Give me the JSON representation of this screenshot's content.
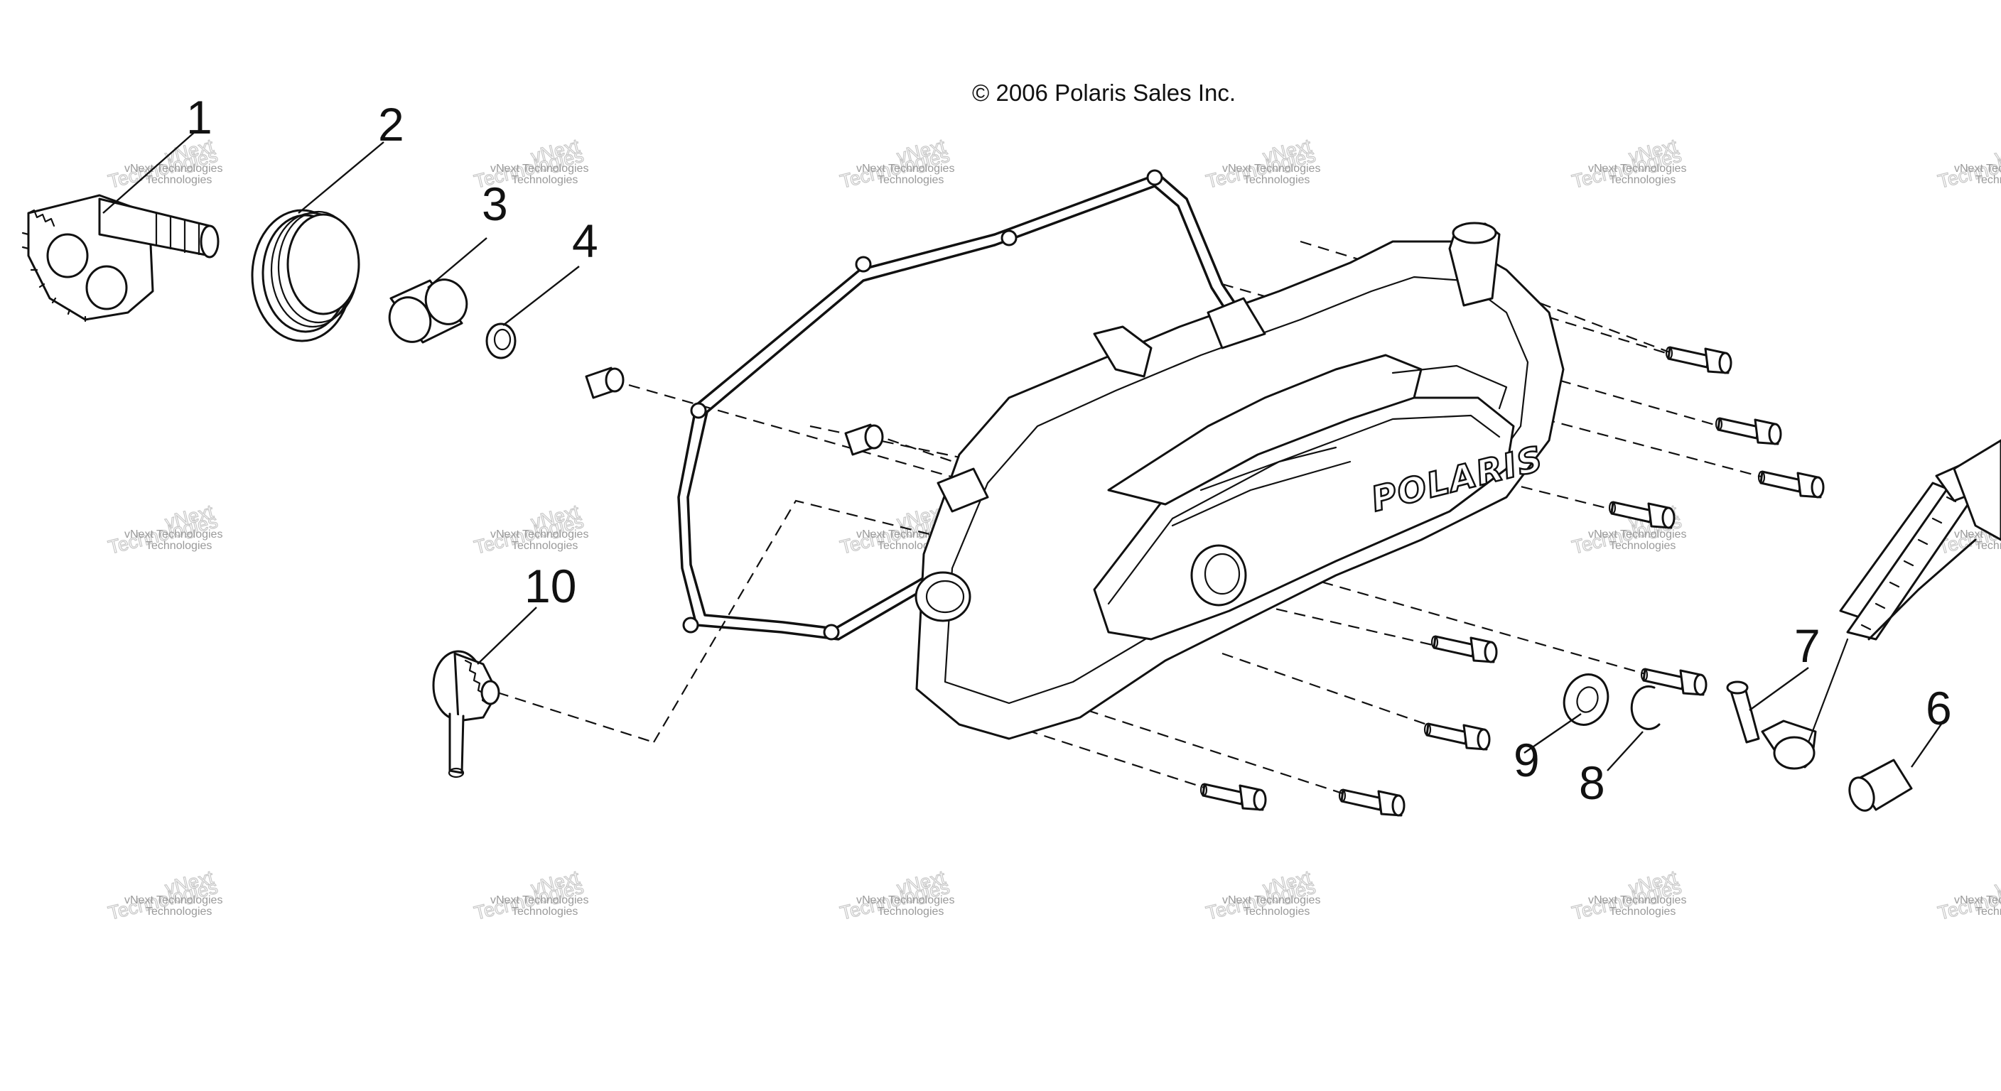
{
  "copyright": "© 2006 Polaris Sales Inc.",
  "cover_logo": "POLARIS",
  "watermark": {
    "line1": "vNext Technologies",
    "line2": "vNext",
    "line3": "Technologies"
  },
  "callouts": {
    "p1": "1",
    "p2": "2",
    "p3": "3",
    "p4": "4",
    "p6": "6",
    "p7": "7",
    "p8": "8",
    "p9": "9",
    "p10": "10"
  }
}
